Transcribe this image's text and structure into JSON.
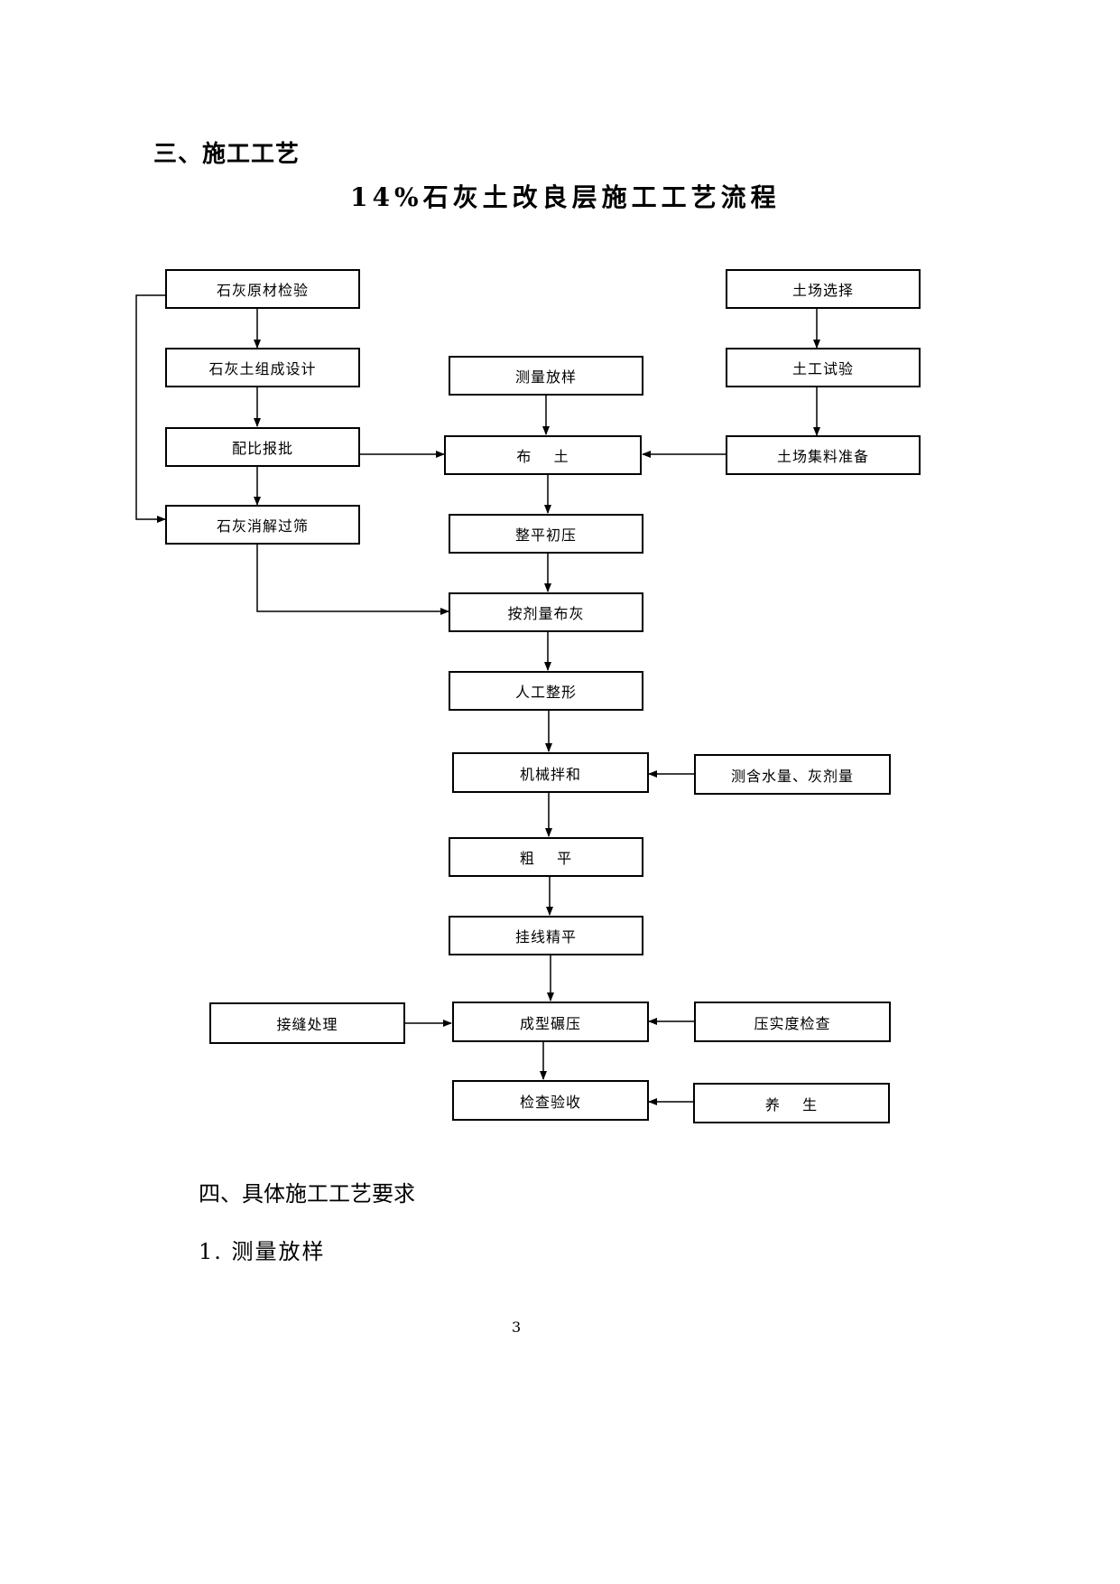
{
  "section_3_heading": "三、施工工艺",
  "flow_title": "14%石灰土改良层施工工艺流程",
  "boxes": {
    "lime_inspection": "石灰原材检验",
    "mix_design": "石灰土组成设计",
    "ratio_approval": "配比报批",
    "lime_slaking": "石灰消解过筛",
    "survey_stakeout": "测量放样",
    "soil_placement": "布    土",
    "level_initial_compact": "整平初压",
    "lime_by_dosage": "按剂量布灰",
    "manual_shaping": "人工整形",
    "mechanical_mixing": "机械拌和",
    "rough_leveling": "粗    平",
    "stringline_leveling": "挂线精平",
    "final_rolling": "成型碾压",
    "inspection_acceptance": "检查验收",
    "borrow_selection": "土场选择",
    "soil_testing": "土工试验",
    "borrow_preparation": "土场集料准备",
    "moisture_lime_test": "测含水量、灰剂量",
    "joint_treatment": "接缝处理",
    "compaction_check": "压实度检查",
    "curing": "养    生"
  },
  "section_4_heading": "四、具体施工工艺要求",
  "subsection_1": "1. 测量放样",
  "page_number": "3"
}
